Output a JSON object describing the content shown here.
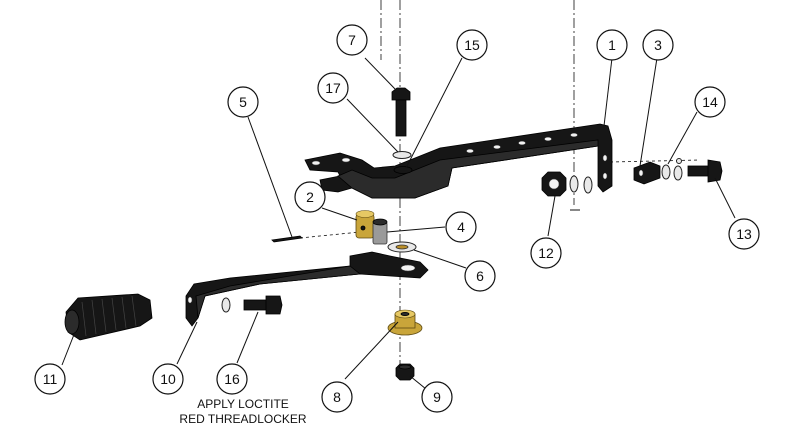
{
  "callouts": [
    {
      "id": "c1",
      "label": "1"
    },
    {
      "id": "c2",
      "label": "2"
    },
    {
      "id": "c3",
      "label": "3"
    },
    {
      "id": "c4",
      "label": "4"
    },
    {
      "id": "c5",
      "label": "5"
    },
    {
      "id": "c6",
      "label": "6"
    },
    {
      "id": "c7",
      "label": "7"
    },
    {
      "id": "c8",
      "label": "8"
    },
    {
      "id": "c9",
      "label": "9"
    },
    {
      "id": "c10",
      "label": "10"
    },
    {
      "id": "c11",
      "label": "11"
    },
    {
      "id": "c12",
      "label": "12"
    },
    {
      "id": "c13",
      "label": "13"
    },
    {
      "id": "c14",
      "label": "14"
    },
    {
      "id": "c15",
      "label": "15"
    },
    {
      "id": "c16",
      "label": "16"
    },
    {
      "id": "c17",
      "label": "17"
    }
  ],
  "note": {
    "line1": "APPLY LOCTITE",
    "line2": "RED THREADLOCKER"
  },
  "colors": {
    "part_dark": "#161616",
    "brass": "#c9a53a",
    "line": "#111111"
  }
}
